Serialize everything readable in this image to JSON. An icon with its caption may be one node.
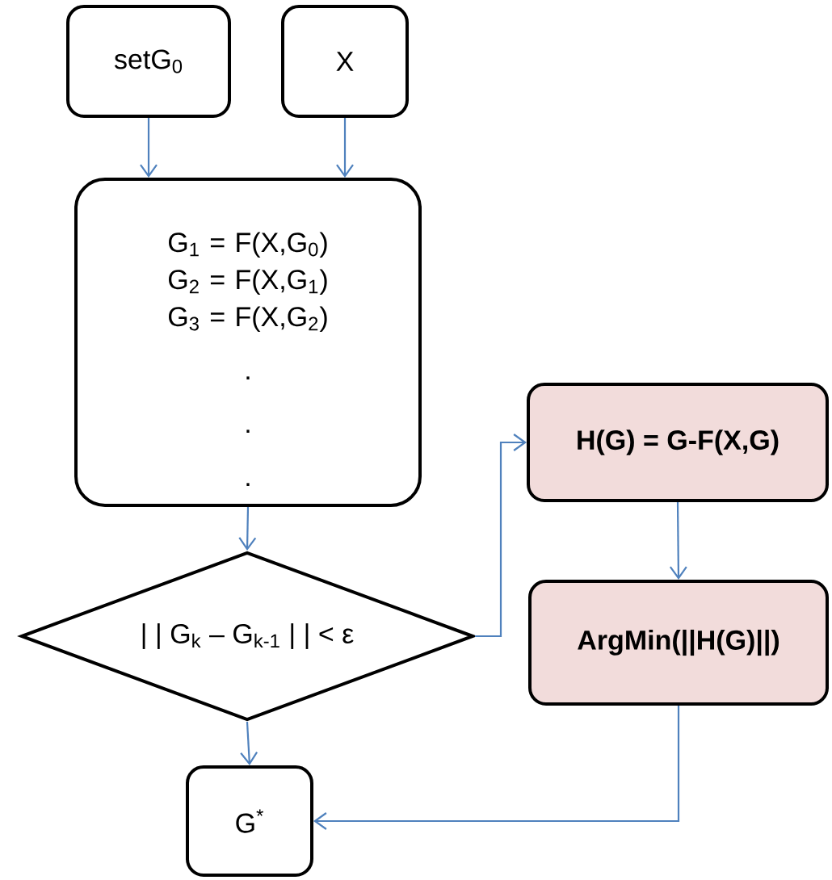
{
  "diagram": {
    "nodes": [
      {
        "text": [
          "setG$_{0}$"
        ]
      },
      {
        "text": [
          "X"
        ]
      },
      {
        "text": [
          "G$_{1}$ = F(X,G$_{0}$)",
          "G$_{2}$ = F(X,G$_{1}$)",
          "G$_{3}$ = F(X,G$_{2}$)",
          ".",
          ".",
          "."
        ]
      },
      {
        "text": [
          "| | G$_{k}$ – G$_{k-1}$ | | < ε"
        ]
      },
      {
        "text": [
          "H(G) = G-F(X,G)"
        ]
      },
      {
        "text": [
          "ArgMin(||H(G)||)"
        ]
      },
      {
        "text": [
          "G$^{*}$"
        ]
      }
    ],
    "edges": [
      {
        "from": 0,
        "to": 2,
        "arrow": "to"
      },
      {
        "from": 1,
        "to": 2,
        "arrow": "to"
      },
      {
        "from": 2,
        "to": 3,
        "arrow": "to"
      },
      {
        "from": 3,
        "to": 4,
        "arrow": "to"
      },
      {
        "from": 4,
        "to": 5,
        "arrow": "to"
      },
      {
        "from": 3,
        "to": 6,
        "arrow": "to"
      },
      {
        "from": 5,
        "to": 6,
        "arrow": "to"
      }
    ]
  }
}
